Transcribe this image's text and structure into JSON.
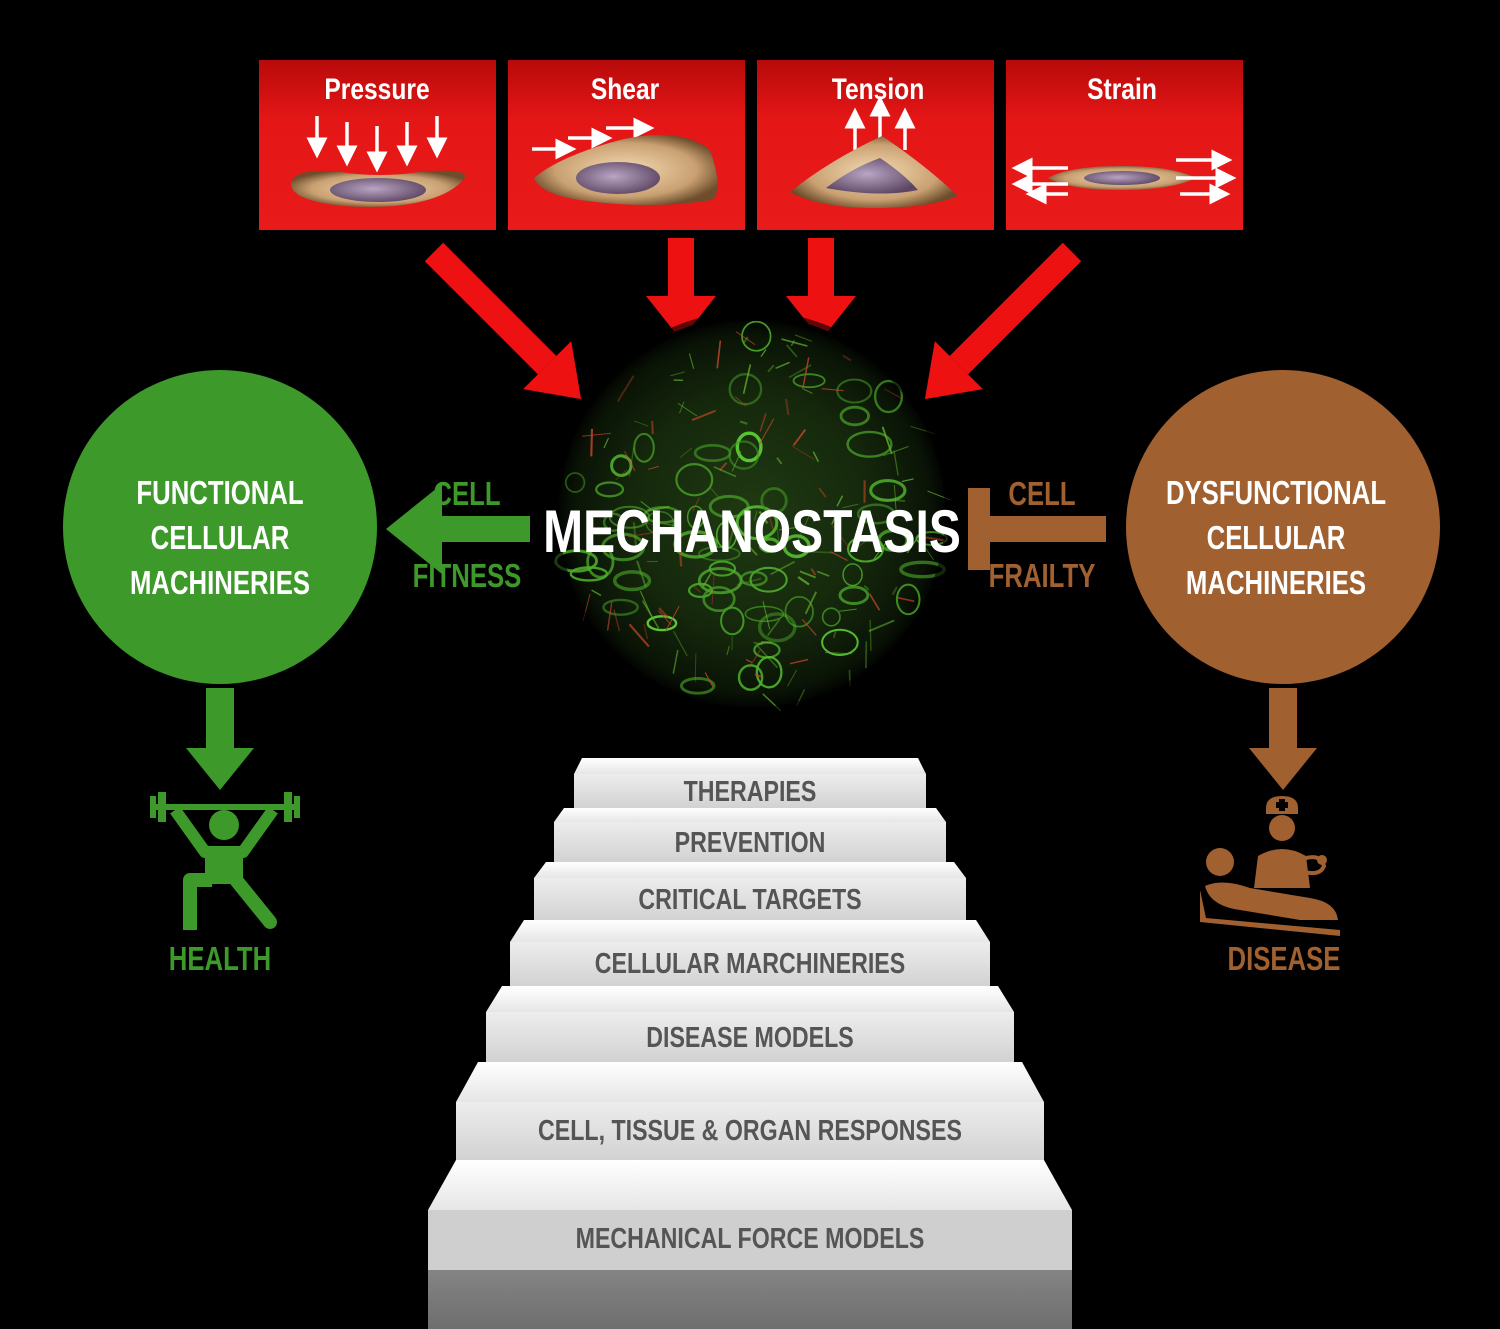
{
  "forces": [
    {
      "label": "Pressure"
    },
    {
      "label": "Shear"
    },
    {
      "label": "Tension"
    },
    {
      "label": "Strain"
    }
  ],
  "center": {
    "label": "MECHANOSTASIS"
  },
  "left": {
    "circle_lines": [
      "FUNCTIONAL",
      "CELLULAR",
      "MACHINERIES"
    ],
    "arrow_top": "CELL",
    "arrow_bottom": "FITNESS",
    "outcome": "HEALTH",
    "outcome_icon": "weightlifter-icon"
  },
  "right": {
    "circle_lines": [
      "DYSFUNCTIONAL",
      "CELLULAR",
      "MACHINERIES"
    ],
    "arrow_top": "CELL",
    "arrow_bottom": "FRAILTY",
    "outcome": "DISEASE",
    "outcome_icon": "doctor-patient-icon"
  },
  "stairs": [
    "THERAPIES",
    "PREVENTION",
    "CRITICAL TARGETS",
    "CELLULAR MARCHINERIES",
    "DISEASE MODELS",
    "CELL, TISSUE & ORGAN RESPONSES",
    "MECHANICAL FORCE MODELS"
  ],
  "colors": {
    "force_box": "#e01010",
    "force_arrow": "#ee1111",
    "functional": "#3d9a2a",
    "dysfunctional": "#a0602f",
    "background": "#000000"
  }
}
